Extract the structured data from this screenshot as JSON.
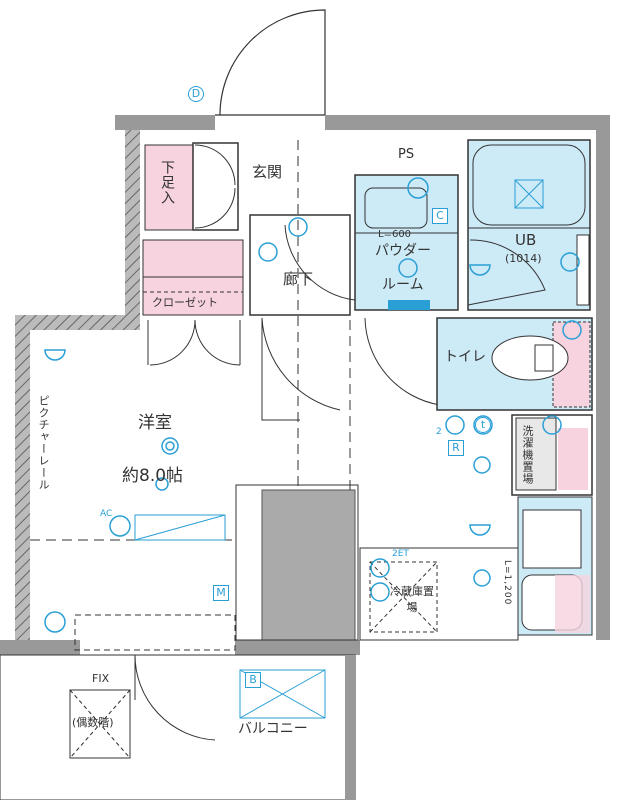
{
  "colors": {
    "wall": "#999999",
    "wet_area": "#cdeaf7",
    "storage": "#f6d3df",
    "symbol": "#2a9fd6",
    "line": "#333333"
  },
  "rooms": {
    "entrance": "玄関",
    "shoe_box": "下足入",
    "pipe_space": "PS",
    "hallway": "廊下",
    "closet": "クローゼット",
    "powder_room_1": "パウダー",
    "powder_room_2": "ルーム",
    "vanity_length": "L=600",
    "unit_bath": "UB",
    "unit_bath_size": "(1014)",
    "toilet": "トイレ",
    "western_room": "洋室",
    "western_room_size": "約8.0帖",
    "picture_rail": "ピクチャーレール",
    "washer_space": "洗濯機置場",
    "fridge_space": "冷蔵庫置場",
    "kitchen_length": "L=1,200",
    "fix_window": "FIX",
    "even_floor": "(偶数階)",
    "balcony": "バルコニー"
  },
  "symbols": {
    "door": "D",
    "cabinet": "C",
    "multimedia": "M",
    "aircon": "AC",
    "remote": "R",
    "phone": "t",
    "outlet_2et": "2ET",
    "count_2": "2",
    "aircon_outdoor": "B"
  }
}
